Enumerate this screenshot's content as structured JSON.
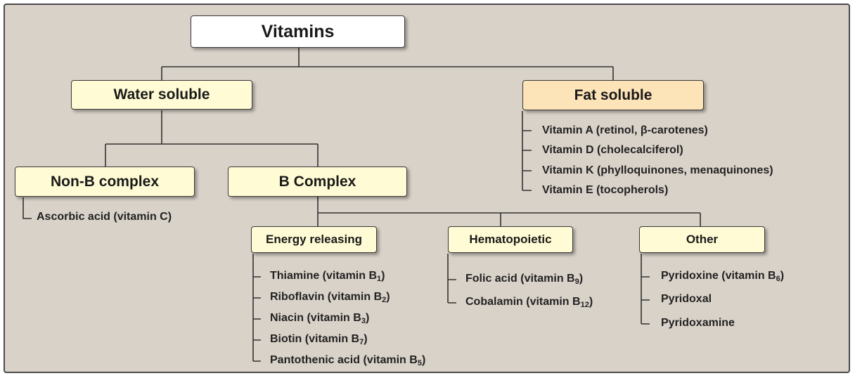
{
  "title": "Vitamins",
  "water_soluble": {
    "label": "Water soluble",
    "non_b": {
      "label": "Non-B complex",
      "items": [
        {
          "text": "Ascorbic acid (vitamin C)",
          "sub": "",
          "tail": ""
        }
      ]
    },
    "b_complex": {
      "label": "B Complex",
      "energy_releasing": {
        "label": "Energy releasing",
        "items": [
          {
            "text": "Thiamine (vitamin B",
            "sub": "1",
            "tail": ")"
          },
          {
            "text": "Riboflavin (vitamin B",
            "sub": "2",
            "tail": ")"
          },
          {
            "text": "Niacin (vitamin B",
            "sub": "3",
            "tail": ")"
          },
          {
            "text": "Biotin  (vitamin B",
            "sub": "7",
            "tail": ")"
          },
          {
            "text": "Pantothenic acid  (vitamin B",
            "sub": "5",
            "tail": ")"
          }
        ]
      },
      "hematopoietic": {
        "label": "Hematopoietic",
        "items": [
          {
            "text": "Folic acid  (vitamin B",
            "sub": "9",
            "tail": ")"
          },
          {
            "text": "Cobalamin (vitamin B",
            "sub": "12",
            "tail": ")"
          }
        ]
      },
      "other": {
        "label": "Other",
        "items": [
          {
            "text": "Pyridoxine (vitamin B",
            "sub": "6",
            "tail": ")"
          },
          {
            "text": "Pyridoxal",
            "sub": "",
            "tail": ""
          },
          {
            "text": "Pyridoxamine",
            "sub": "",
            "tail": ""
          }
        ]
      }
    }
  },
  "fat_soluble": {
    "label": "Fat soluble",
    "items": [
      {
        "text": "Vitamin A (retinol, β-carotenes)",
        "sub": "",
        "tail": ""
      },
      {
        "text": "Vitamin D (cholecalciferol)",
        "sub": "",
        "tail": ""
      },
      {
        "text": "Vitamin K (phylloquinones, menaquinones)",
        "sub": "",
        "tail": ""
      },
      {
        "text": "Vitamin E (tocopherols)",
        "sub": "",
        "tail": ""
      }
    ]
  },
  "colors": {
    "background": "#d9d2c9",
    "title_box": "#ffffff",
    "category_box": "#fffbd4",
    "fat_box": "#fde3b8",
    "line": "#333333"
  }
}
